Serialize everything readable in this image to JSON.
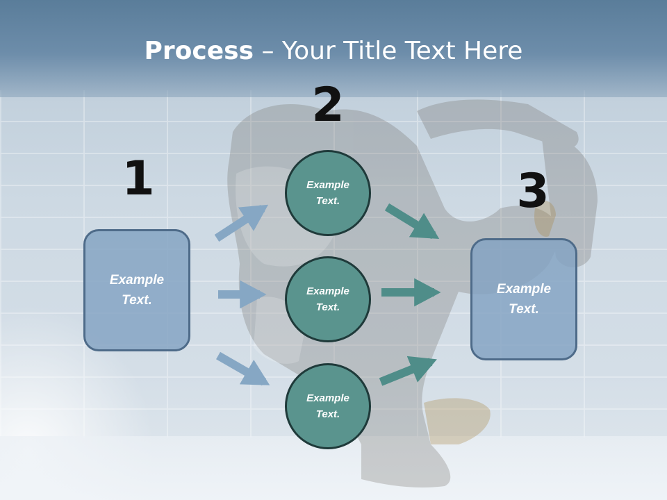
{
  "title": {
    "bold": "Process",
    "rest": " – Your Title Text Here"
  },
  "steps": [
    {
      "number": "1",
      "text": "Example\nText."
    },
    {
      "number": "2",
      "items": [
        "Example\nText.",
        "Example\nText.",
        "Example\nText."
      ]
    },
    {
      "number": "3",
      "text": "Example\nText."
    }
  ],
  "colors": {
    "header": "#5a7d9a",
    "box_fill": "#83a2c2",
    "box_border": "#4e6b89",
    "circle_fill": "#5a948e",
    "circle_border": "#1f3a3a",
    "arrow_left": "#86a7c4",
    "arrow_right": "#4f8d89"
  }
}
